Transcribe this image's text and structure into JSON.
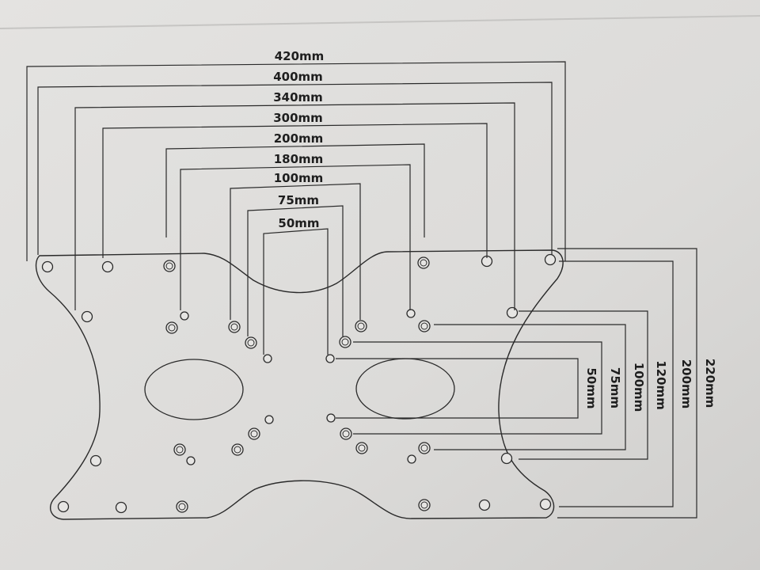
{
  "diagram": {
    "colors": {
      "paper": "#dcdbd9",
      "paper_light": "#e6e5e3",
      "line": "#2a2a2a",
      "text": "#1e1e1e"
    },
    "horizontal_spacings": {
      "unit": "mm",
      "labels": [
        "420mm",
        "400mm",
        "340mm",
        "300mm",
        "200mm",
        "180mm",
        "100mm",
        "75mm",
        "50mm"
      ],
      "values": [
        420,
        400,
        340,
        300,
        200,
        180,
        100,
        75,
        50
      ]
    },
    "vertical_spacings": {
      "unit": "mm",
      "labels": [
        "50mm",
        "75mm",
        "100mm",
        "120mm",
        "200mm",
        "220mm"
      ],
      "values": [
        50,
        75,
        100,
        120,
        200,
        220
      ]
    }
  }
}
